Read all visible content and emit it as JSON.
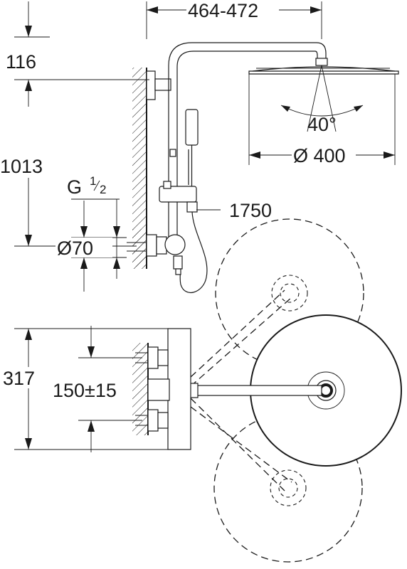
{
  "labels": {
    "arm_length": "464-472",
    "top_offset": "116",
    "height": "1013",
    "thread_g": "G",
    "thread_num": "1",
    "thread_den": "2",
    "flange_dia": "Ø70",
    "hose_length": "1750",
    "angle": "40°",
    "head_dia": "Ø 400",
    "depth": "317",
    "spacing": "150±15"
  }
}
